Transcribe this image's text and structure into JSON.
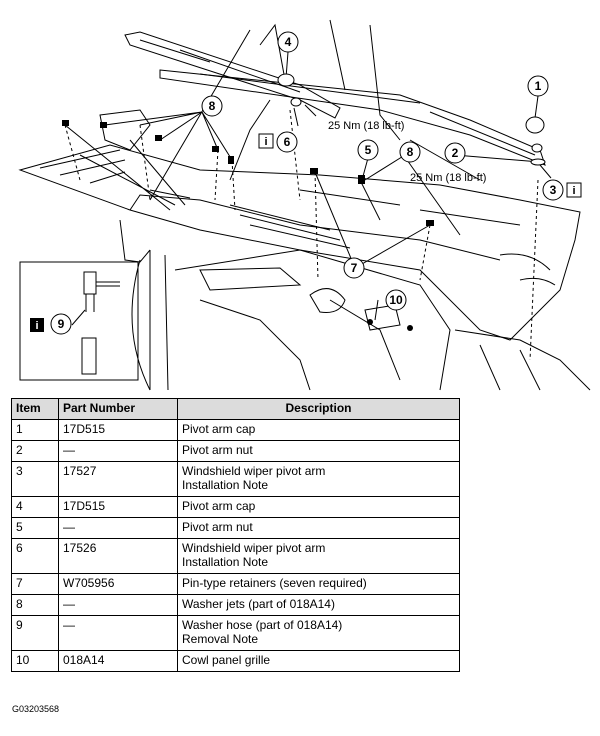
{
  "diagram": {
    "callouts": [
      {
        "id": "1",
        "label": "1"
      },
      {
        "id": "2",
        "label": "2"
      },
      {
        "id": "3",
        "label": "3"
      },
      {
        "id": "4",
        "label": "4"
      },
      {
        "id": "5",
        "label": "5"
      },
      {
        "id": "6",
        "label": "6"
      },
      {
        "id": "7",
        "label": "7"
      },
      {
        "id": "8a",
        "label": "8"
      },
      {
        "id": "8b",
        "label": "8"
      },
      {
        "id": "9",
        "label": "9"
      },
      {
        "id": "10",
        "label": "10"
      }
    ],
    "torque_left": "25 Nm (18 lb-ft)",
    "torque_right": "25 Nm (18 lb-ft)",
    "info_icon_glyph": "i",
    "colors": {
      "line": "#000000",
      "info_icon_bg": "#000000",
      "info_icon_fg": "#ffffff"
    }
  },
  "table": {
    "headers": {
      "item": "Item",
      "part_number": "Part Number",
      "description": "Description"
    },
    "rows": [
      {
        "item": "1",
        "part": "17D515",
        "desc": [
          "Pivot arm cap"
        ]
      },
      {
        "item": "2",
        "part": "—",
        "desc": [
          "Pivot arm nut"
        ]
      },
      {
        "item": "3",
        "part": "17527",
        "desc": [
          "Windshield wiper pivot arm",
          "Installation Note"
        ]
      },
      {
        "item": "4",
        "part": "17D515",
        "desc": [
          "Pivot arm cap"
        ]
      },
      {
        "item": "5",
        "part": "—",
        "desc": [
          "Pivot arm nut"
        ]
      },
      {
        "item": "6",
        "part": "17526",
        "desc": [
          "Windshield wiper pivot arm",
          "Installation Note"
        ]
      },
      {
        "item": "7",
        "part": "W705956",
        "desc": [
          "Pin-type retainers (seven required)"
        ]
      },
      {
        "item": "8",
        "part": "—",
        "desc": [
          "Washer jets (part of 018A14)"
        ]
      },
      {
        "item": "9",
        "part": "—",
        "desc": [
          "Washer hose (part of 018A14)",
          "Removal Note"
        ]
      },
      {
        "item": "10",
        "part": "018A14",
        "desc": [
          "Cowl panel grille"
        ]
      }
    ]
  },
  "figure_code": "G03203568"
}
